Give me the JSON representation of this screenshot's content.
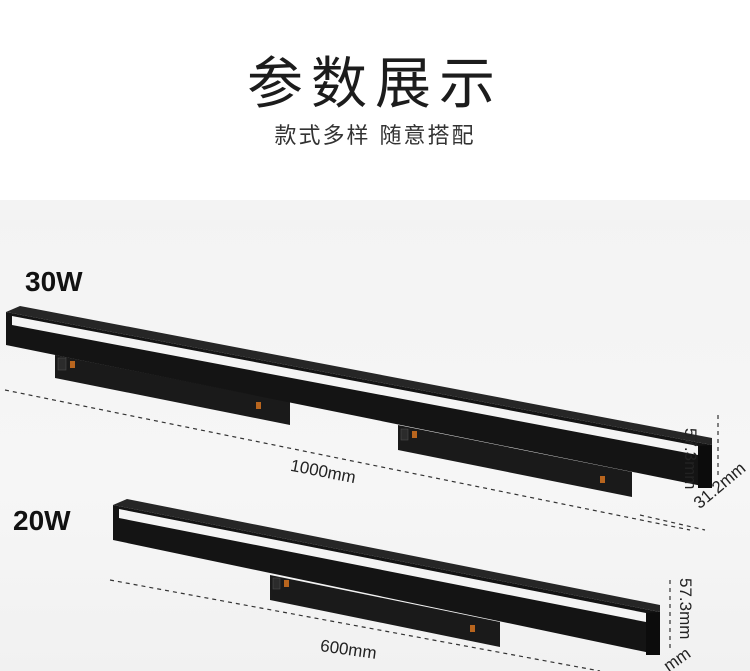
{
  "header": {
    "title": "参数展示",
    "subtitle": "款式多样  随意搭配"
  },
  "products": [
    {
      "power": "30W",
      "length": "1000mm",
      "height": "57.3mm",
      "width": "31.2mm"
    },
    {
      "power": "20W",
      "length": "600mm",
      "height": "57.3mm",
      "width": "mm"
    }
  ],
  "colors": {
    "lamp_body": "#141414",
    "diffuser": "#f4f4f4",
    "background": "#f3f3f3",
    "accent": "#b8651e"
  }
}
